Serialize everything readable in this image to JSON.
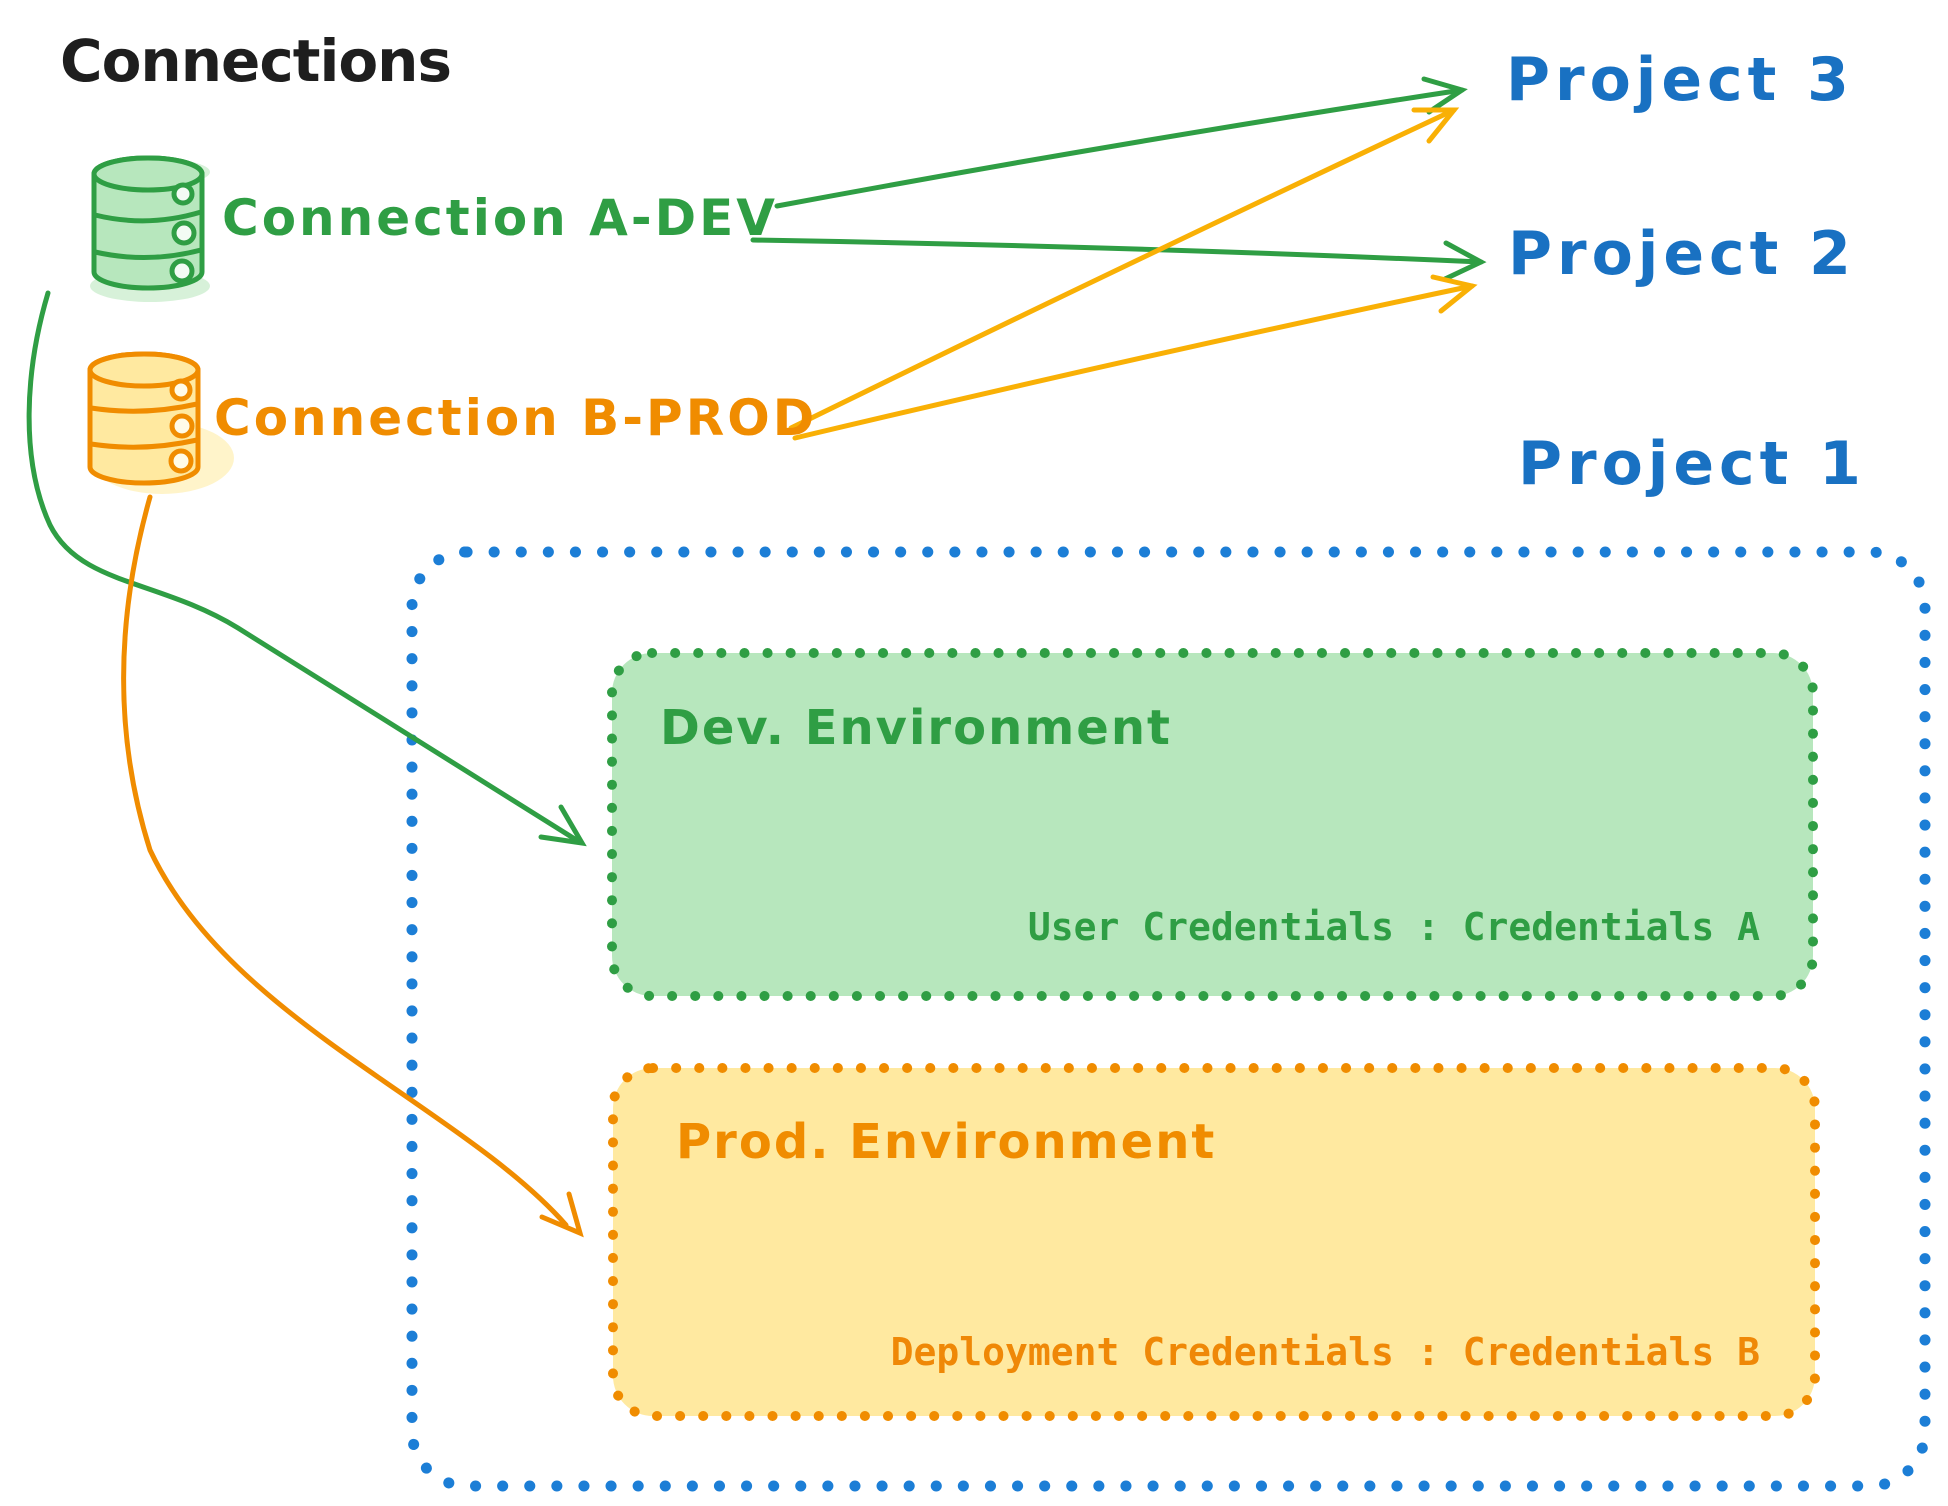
{
  "title": "Connections",
  "connections": [
    {
      "label": "Connection A-DEV",
      "icon": "database-icon",
      "color": "#2f9e44"
    },
    {
      "label": "Connection B-PROD",
      "icon": "database-icon",
      "color": "#f08c00"
    }
  ],
  "projects": [
    {
      "label": "Project 3"
    },
    {
      "label": "Project 2"
    },
    {
      "label": "Project 1"
    }
  ],
  "project1_box": {
    "dev_environment": {
      "label": "Dev. Environment",
      "credentials_line": "User Credentials : Credentials A"
    },
    "prod_environment": {
      "label": "Prod. Environment",
      "credentials_line": "Deployment Credentials : Credentials B"
    }
  },
  "edges": [
    {
      "from": "Connection A-DEV",
      "to": "Project 3",
      "color": "#2f9e44"
    },
    {
      "from": "Connection A-DEV",
      "to": "Project 2",
      "color": "#2f9e44"
    },
    {
      "from": "Connection A-DEV",
      "to": "Dev. Environment",
      "color": "#2f9e44"
    },
    {
      "from": "Connection B-PROD",
      "to": "Project 3",
      "color": "#f08c00"
    },
    {
      "from": "Connection B-PROD",
      "to": "Project 2",
      "color": "#f08c00"
    },
    {
      "from": "Connection B-PROD",
      "to": "Prod. Environment",
      "color": "#f08c00"
    }
  ],
  "colors": {
    "title_text": "#1e1e1e",
    "green_stroke": "#2f9e44",
    "green_fill": "#b7e7bd",
    "orange_stroke": "#f08c00",
    "orange_fill": "#ffe9a0",
    "blue_text": "#1971c2",
    "blue_border": "#1c7ed6",
    "background": "#ffffff"
  }
}
